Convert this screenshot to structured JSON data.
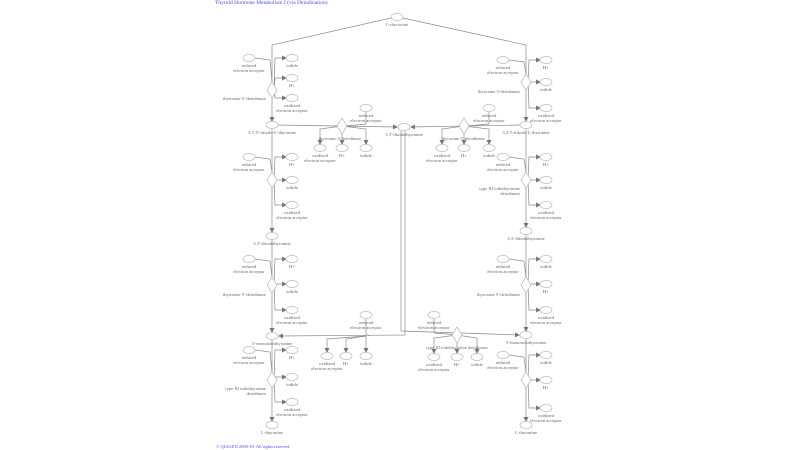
{
  "title": "Thyroid Hormone Metabolism I (via Deiodination)",
  "copyright": "© QIAGEN 2000-19. All rights reserved",
  "colors": {
    "link": "#4a4af0",
    "line": "#8a8a8a",
    "node_stroke": "#b0b0b0",
    "text": "#666666"
  },
  "metabolites": [
    "L-thyroxine",
    "3,3',5'-triiodo-L-thyronine",
    "3,3'-diiodothyronine",
    "3'-monoiodothyronine",
    "L-thyronine",
    "3,3',5-triiodo-L-thyronine",
    "3,3'-diiodothyronine",
    "3'-monoiodothyronine",
    "L-thyronine",
    "3,3'-diiodothyronine"
  ],
  "reactions": [
    {
      "enzyme": "thyroxine 5'-deiodinase",
      "items": [
        "reduced electron acceptor",
        "iodide",
        "H+",
        "oxidized electron acceptor"
      ]
    },
    {
      "enzyme": "",
      "items": [
        "reduced electron acceptor",
        "H+",
        "iodide",
        "oxidized electron acceptor"
      ]
    },
    {
      "enzyme": "thyroxine 5'-deiodinase",
      "items": [
        "reduced electron acceptor",
        "H+",
        "iodide",
        "oxidized electron acceptor"
      ]
    },
    {
      "enzyme": "type III iodothyronine deiodinase",
      "items": [
        "reduced electron acceptor",
        "H+",
        "iodide",
        "oxidized electron acceptor"
      ]
    },
    {
      "enzyme": "thyroxine 5-deiodinase",
      "items": [
        "reduced electron acceptor",
        "H+",
        "iodide",
        "oxidized electron acceptor"
      ]
    },
    {
      "enzyme": "type III iodothyronine deiodinase",
      "items": [
        "reduced electron acceptor",
        "H+",
        "iodide",
        "oxidized electron acceptor"
      ]
    },
    {
      "enzyme": "thyroxine 5'-deiodinase",
      "items": [
        "reduced electron acceptor",
        "iodide",
        "H+",
        "oxidized electron acceptor"
      ]
    },
    {
      "enzyme": "",
      "items": [
        "reduced electron acceptor",
        "iodide",
        "H+",
        "oxidized electron acceptor"
      ]
    },
    {
      "enzyme": "thyroxine 5-deiodinase",
      "items": [
        "reduced electron acceptor",
        "oxidized electron acceptor",
        "H+",
        "iodide"
      ]
    },
    {
      "enzyme": "thyroxine 5'-deiodinase",
      "items": [
        "reduced electron acceptor",
        "oxidized electron acceptor",
        "H+",
        "iodide"
      ]
    },
    {
      "enzyme": "",
      "items": [
        "reduced electron acceptor",
        "oxidized electron acceptor",
        "H+",
        "iodide"
      ]
    },
    {
      "enzyme": "type III iodothyronine deiodinase",
      "items": [
        "reduced electron acceptor",
        "oxidized electron acceptor",
        "H+",
        "iodide"
      ]
    }
  ]
}
